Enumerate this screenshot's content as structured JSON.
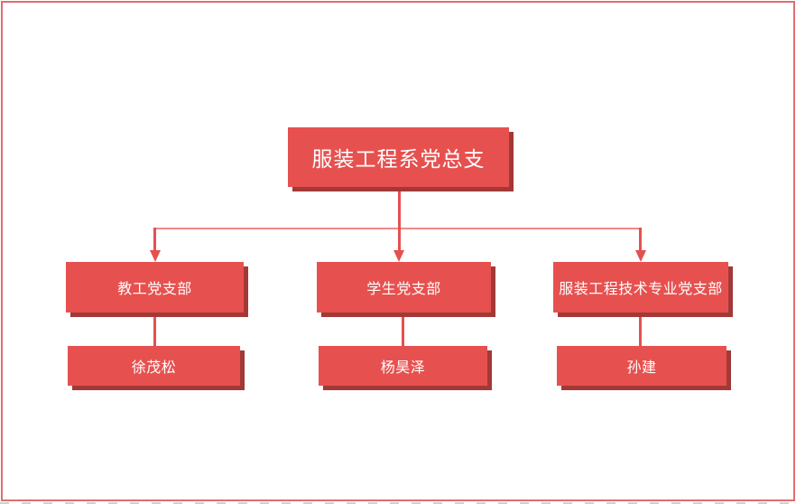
{
  "page": {
    "background": "#ffffff",
    "border_color": "#e06e6e"
  },
  "colors": {
    "page-bg": "#ffffff",
    "page-border": "#e06e6e",
    "box-fill": "#e6514f",
    "box-shadow": "#a23937",
    "connector": "#e4514f",
    "connector-light": "#ef8a87",
    "node-text": "#ffffff"
  },
  "org": {
    "root": {
      "label": "服装工程系党总支"
    },
    "branches": [
      {
        "label": "教工党支部",
        "leader": "徐茂松"
      },
      {
        "label": "学生党支部",
        "leader": "杨昊泽"
      },
      {
        "label": "服装工程技术专业党支部",
        "leader": "孙建"
      }
    ]
  }
}
